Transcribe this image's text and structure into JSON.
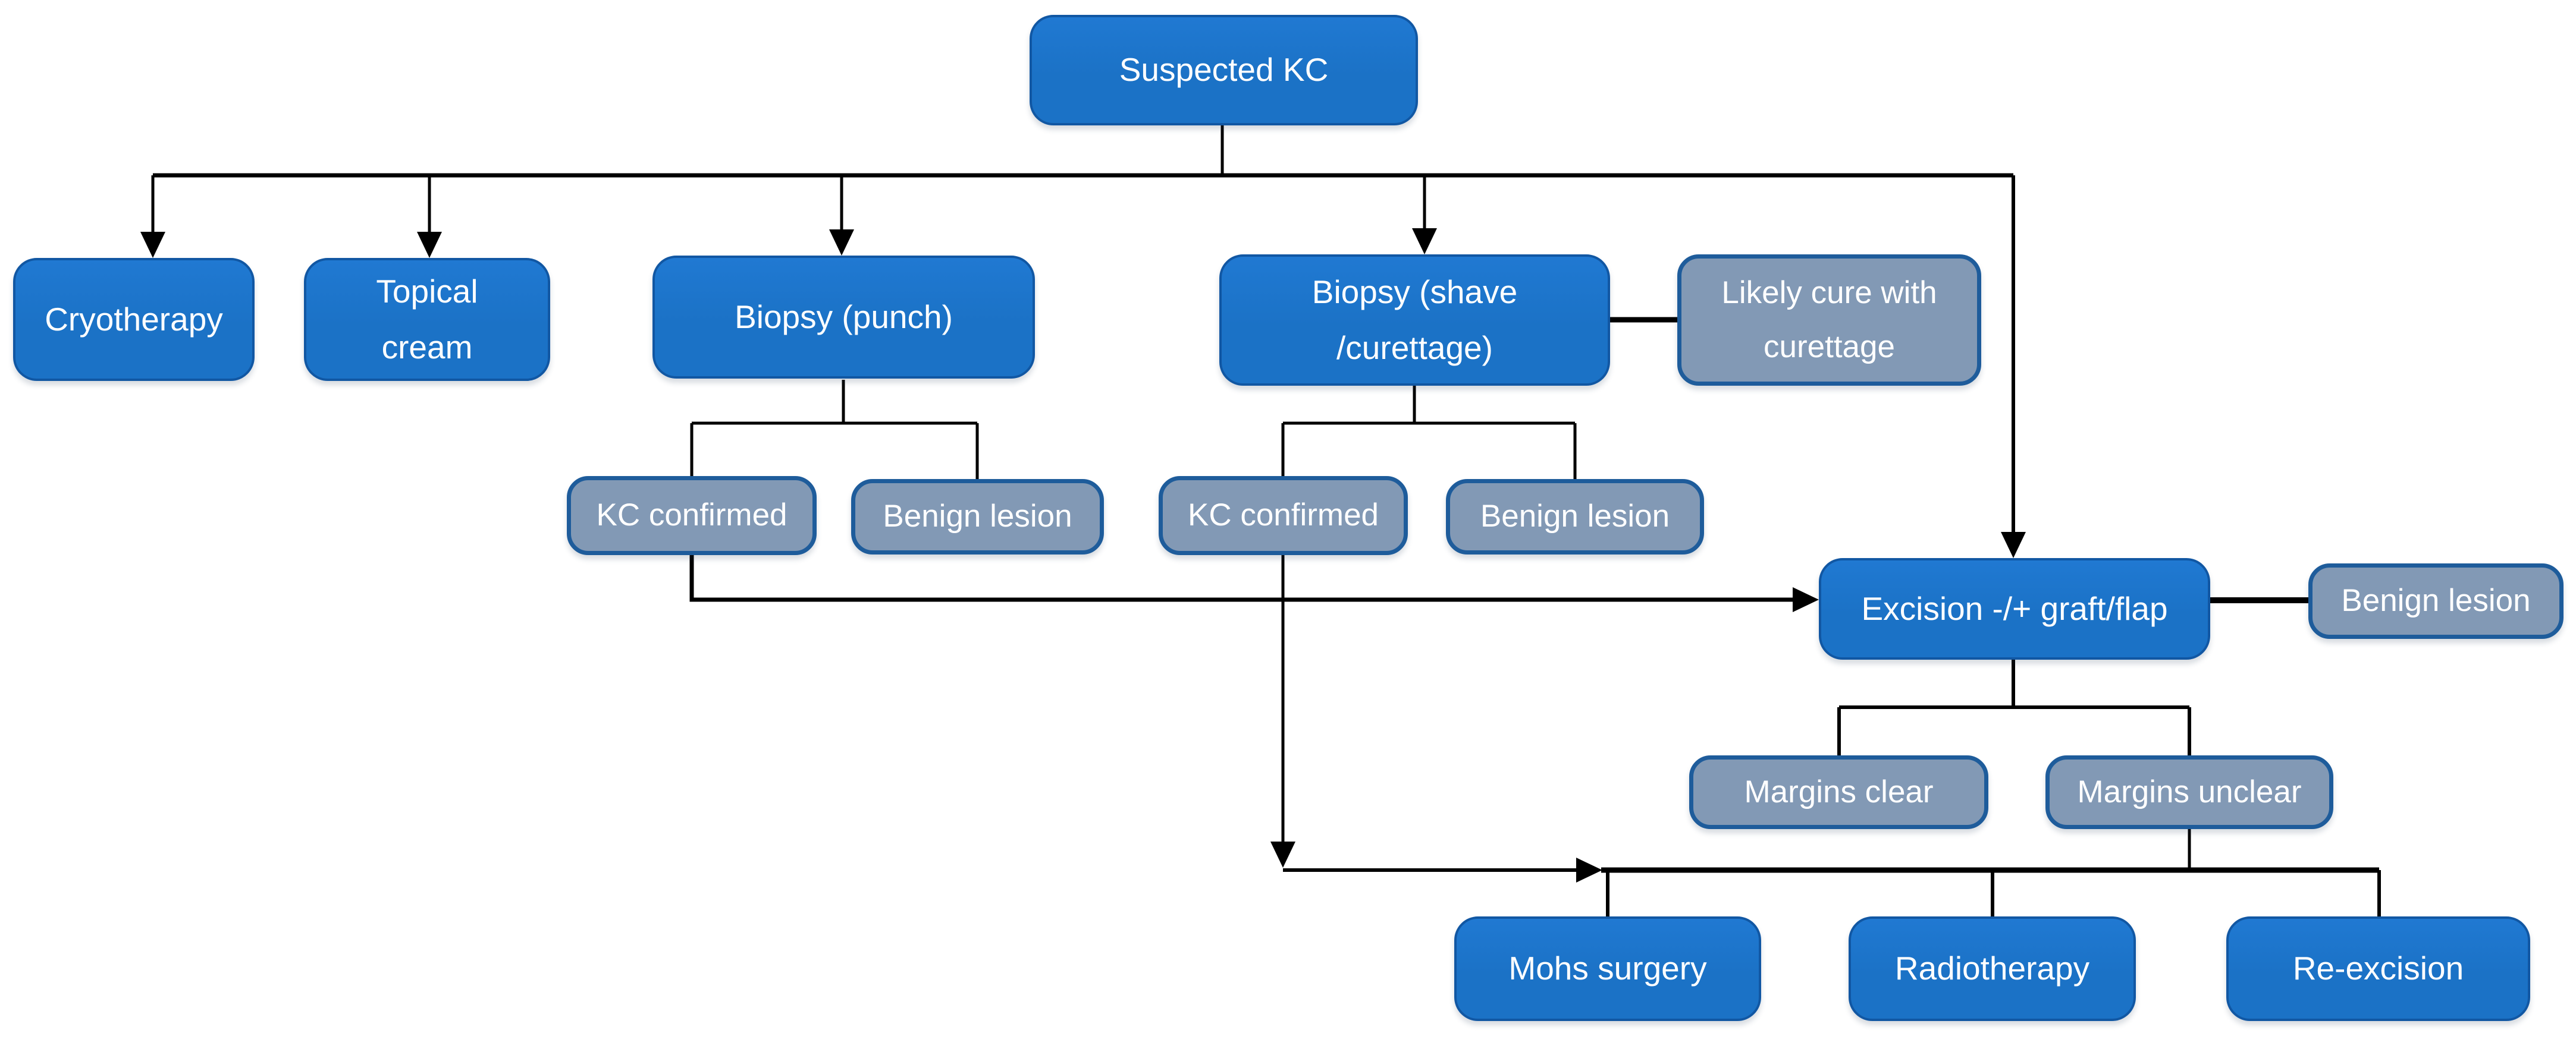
{
  "nodes": [
    {
      "id": "suspected-kc",
      "label": "Suspected KC",
      "style": "blue"
    },
    {
      "id": "cryotherapy",
      "label": "Cryotherapy",
      "style": "blue"
    },
    {
      "id": "topical-cream",
      "label": "Topical\ncream",
      "style": "blue"
    },
    {
      "id": "biopsy-punch",
      "label": "Biopsy (punch)",
      "style": "blue"
    },
    {
      "id": "biopsy-shave-curettage",
      "label": "Biopsy (shave\n/curettage)",
      "style": "blue"
    },
    {
      "id": "likely-cure-curettage",
      "label": "Likely cure with\ncurettage",
      "style": "gray"
    },
    {
      "id": "kc-confirmed-left",
      "label": "KC confirmed",
      "style": "gray"
    },
    {
      "id": "benign-lesion-left",
      "label": "Benign lesion",
      "style": "gray"
    },
    {
      "id": "kc-confirmed-right",
      "label": "KC confirmed",
      "style": "gray"
    },
    {
      "id": "benign-lesion-right",
      "label": "Benign lesion",
      "style": "gray"
    },
    {
      "id": "excision-graft-flap",
      "label": "Excision -/+ graft/flap",
      "style": "blue"
    },
    {
      "id": "benign-lesion-far-right",
      "label": "Benign lesion",
      "style": "gray"
    },
    {
      "id": "margins-clear",
      "label": "Margins clear",
      "style": "gray"
    },
    {
      "id": "margins-unclear",
      "label": "Margins unclear",
      "style": "gray"
    },
    {
      "id": "mohs-surgery",
      "label": "Mohs surgery",
      "style": "blue"
    },
    {
      "id": "radiotherapy",
      "label": "Radiotherapy",
      "style": "blue"
    },
    {
      "id": "re-excision",
      "label": "Re-excision",
      "style": "blue"
    }
  ],
  "colors": {
    "primary_fill": "#1b72c6",
    "primary_fill_top": "#2079d2",
    "primary_border": "#1157a3",
    "secondary_fill": "#8299b5",
    "secondary_border": "#1e5c9b",
    "connector": "#000000",
    "text_color": "#ffffff"
  }
}
